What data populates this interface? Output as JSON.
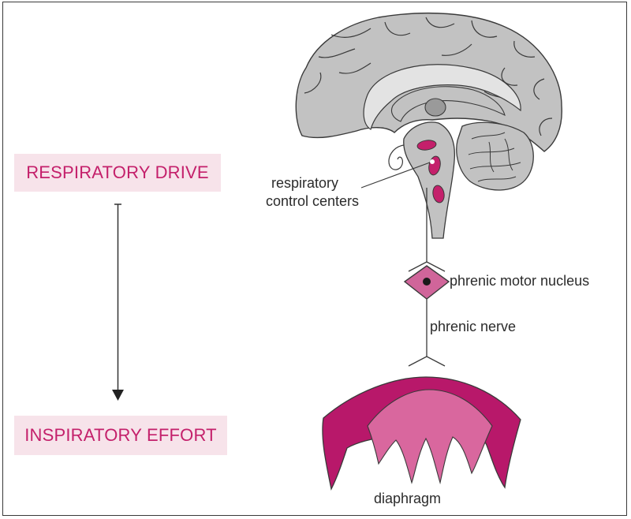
{
  "boxes": {
    "respiratory_drive": "RESPIRATORY DRIVE",
    "inspiratory_effort": "INSPIRATORY EFFORT"
  },
  "labels": {
    "control_centers_line1": "respiratory",
    "control_centers_line2": "control centers",
    "motor_nucleus": "phrenic motor nucleus",
    "nerve": "phrenic nerve",
    "diaphragm": "diaphragm"
  },
  "colors": {
    "accent": "#c4206b",
    "box_fill": "#f7e3ea",
    "diaphragm_dark": "#b8186a",
    "diaphragm_light": "#d9679e",
    "brain_gray": "#bfbfbf",
    "nucleus_fill": "#d0659a"
  },
  "icons": [
    "brain-icon",
    "motor-neuron-icon",
    "diaphragm-icon",
    "arrow-down-icon"
  ]
}
